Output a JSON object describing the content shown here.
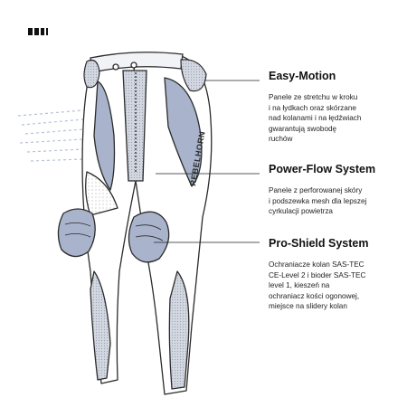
{
  "brand": {
    "logo_icon": "rebelhorn-bars-icon",
    "pants_lettering": "REBELHORN"
  },
  "colors": {
    "outline": "#2b2b2b",
    "accent_blue": "#a9b4cc",
    "mesh_gray": "#cfd3dc",
    "fabric_white": "#ffffff",
    "airflow_lines": "#b9c2d6"
  },
  "features": [
    {
      "title": "Easy-Motion",
      "description": "Panele ze stretchu w kroku\ni na łydkach oraz skórzane\nnad kolanami i na łędźwiach\ngwarantują swobodę\nruchów"
    },
    {
      "title": "Power-Flow System",
      "description": "Panele z perforowanej skóry\ni podszewka mesh dla lepszej\ncyrkulacji powietrza"
    },
    {
      "title": "Pro-Shield System",
      "description": "Ochraniacze kolan SAS-TEC\nCE-Level 2 i bioder SAS-TEC\nlevel 1, kieszeń na\nochraniacz kości ogonowej,\nmiejsce na slidery kolan"
    }
  ]
}
